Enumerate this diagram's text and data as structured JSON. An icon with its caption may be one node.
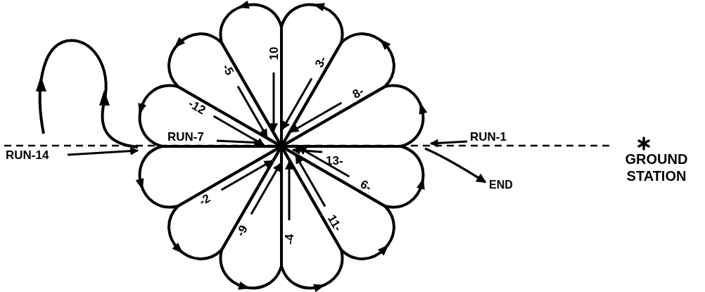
{
  "diagram": {
    "nodes": [
      {
        "text": [
          "END"
        ]
      },
      {
        "text": [
          "GROUND STATION"
        ]
      }
    ],
    "edges": [
      {
        "from": null,
        "to": 0,
        "arrow": "to"
      },
      {
        "from": 1,
        "to": null,
        "arrow": "none",
        "style": "dashed"
      }
    ],
    "labels": [
      "-5",
      "10",
      "3-",
      "-12",
      "8-",
      "RUN-7",
      "RUN-1",
      "RUN-14",
      "13-",
      "-2",
      "6-",
      "-9",
      "-4",
      "11-"
    ]
  }
}
